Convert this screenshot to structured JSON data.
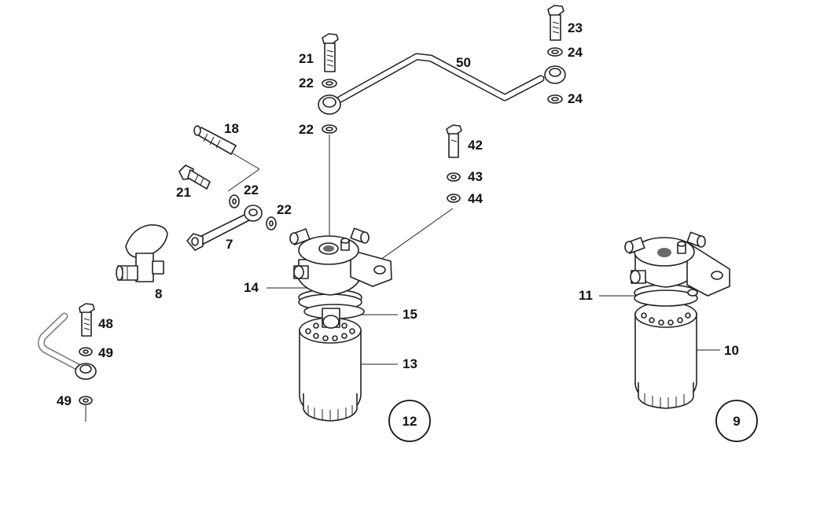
{
  "labels": {
    "l18": "18",
    "l21a": "21",
    "l22a": "22",
    "l22b": "22",
    "l7": "7",
    "l8": "8",
    "l21b": "21",
    "l22c": "22",
    "l22d": "22",
    "l50": "50",
    "l23": "23",
    "l24a": "24",
    "l24b": "24",
    "l42": "42",
    "l43": "43",
    "l44": "44",
    "l14": "14",
    "l15": "15",
    "l13": "13",
    "l48": "48",
    "l49a": "49",
    "l49b": "49",
    "l11": "11",
    "l10": "10"
  },
  "circles": {
    "c12": "12",
    "c9": "9"
  }
}
